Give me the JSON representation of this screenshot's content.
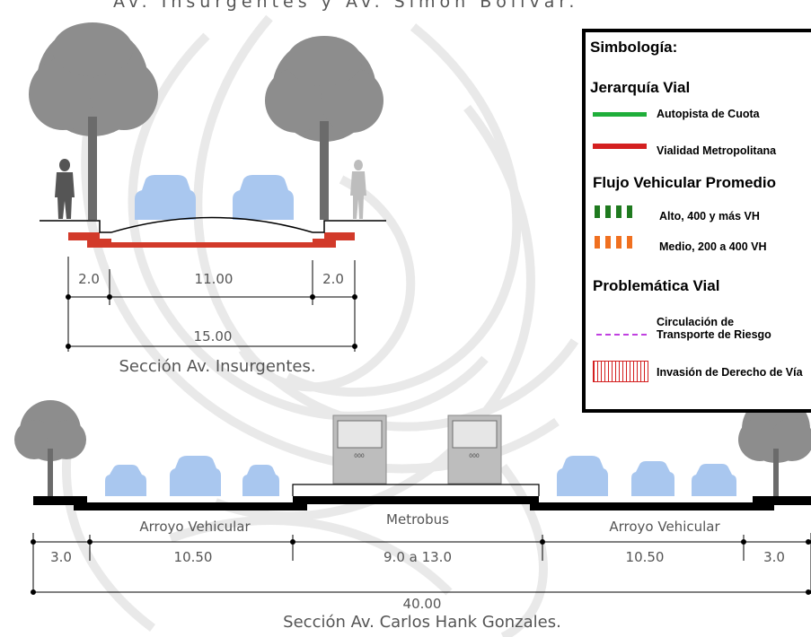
{
  "header": {
    "title": "Av. Insurgentes y Av. Simón Bolívar."
  },
  "section_top": {
    "dims": [
      "2.0",
      "11.00",
      "2.0"
    ],
    "total": "15.00",
    "caption": "Sección Av. Insurgentes."
  },
  "section_bottom": {
    "lanes": [
      "Arroyo Vehicular",
      "Metrobus",
      "Arroyo Vehicular"
    ],
    "dims": [
      "3.0",
      "10.50",
      "9.0 a 13.0",
      "10.50",
      "3.0"
    ],
    "total": "40.00",
    "caption": "Sección Av. Carlos Hank Gonzales.",
    "bus_label": "000"
  },
  "legend": {
    "title": "Simbología:",
    "jerarquia": {
      "title": "Jerarquía Vial",
      "items": [
        {
          "label": "Autopista de Cuota",
          "color": "#1fae3a"
        },
        {
          "label": "Vialidad Metropolitana",
          "color": "#d42020"
        }
      ]
    },
    "flujo": {
      "title": "Flujo Vehicular Promedio",
      "items": [
        {
          "label": "Alto, 400 y más VH",
          "color": "#1f7a1f"
        },
        {
          "label": "Medio, 200 a 400 VH",
          "color": "#f07020"
        }
      ]
    },
    "problematica": {
      "title": "Problemática Vial",
      "items": [
        {
          "label_line1": "Circulación de",
          "label_line2": "Transporte de Riesgo",
          "color": "#c040e0"
        },
        {
          "label": "Invasión de Derecho de Vía",
          "color": "#d42020"
        }
      ]
    }
  },
  "colors": {
    "road_red": "#d23a2a",
    "car": "#a9c7ef",
    "tree": "#8d8d8d",
    "ink": "#000000"
  }
}
